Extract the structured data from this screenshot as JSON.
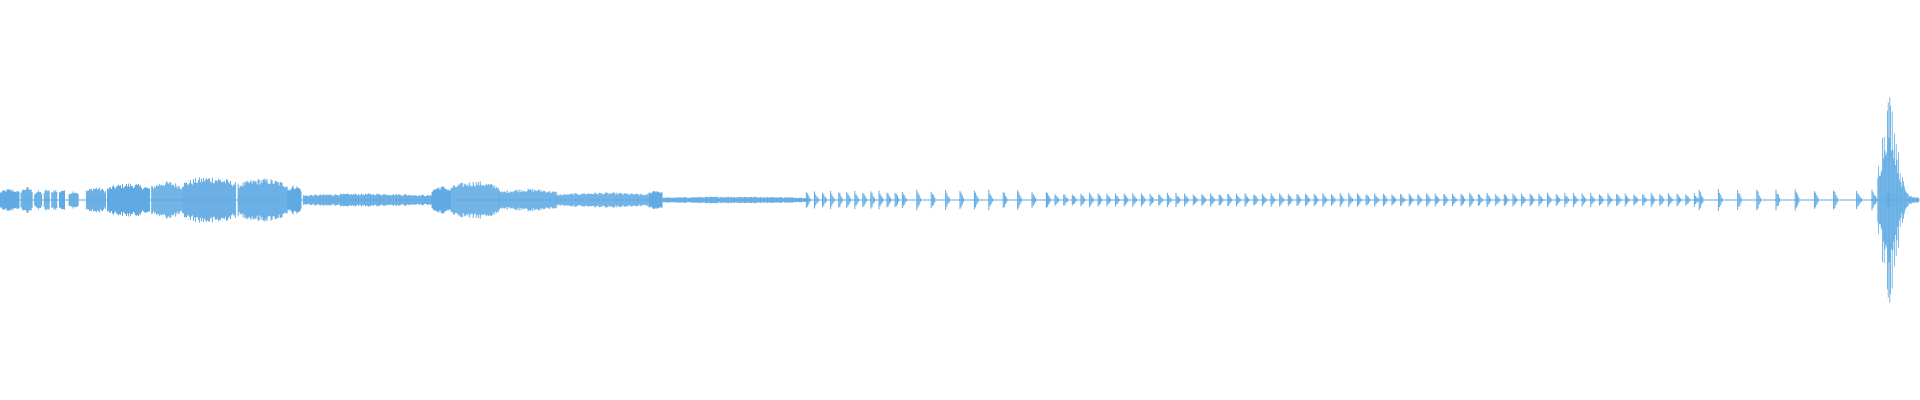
{
  "waveform": {
    "color": "#5faae3",
    "background": "#ffffff",
    "segments": [
      {
        "from": 0.0,
        "to": 0.01,
        "amp": 0.06
      },
      {
        "from": 0.011,
        "to": 0.017,
        "amp": 0.07
      },
      {
        "from": 0.018,
        "to": 0.022,
        "amp": 0.05
      },
      {
        "from": 0.023,
        "to": 0.026,
        "amp": 0.06
      },
      {
        "from": 0.027,
        "to": 0.03,
        "amp": 0.06
      },
      {
        "from": 0.031,
        "to": 0.034,
        "amp": 0.06
      },
      {
        "from": 0.036,
        "to": 0.041,
        "amp": 0.05
      },
      {
        "from": 0.045,
        "to": 0.055,
        "amp": 0.07
      },
      {
        "from": 0.056,
        "to": 0.078,
        "amp": 0.09
      },
      {
        "from": 0.079,
        "to": 0.095,
        "amp": 0.1
      },
      {
        "from": 0.095,
        "to": 0.123,
        "amp": 0.125
      },
      {
        "from": 0.124,
        "to": 0.15,
        "amp": 0.115
      },
      {
        "from": 0.15,
        "to": 0.157,
        "amp": 0.08
      },
      {
        "from": 0.158,
        "to": 0.225,
        "amp": 0.035
      },
      {
        "from": 0.225,
        "to": 0.235,
        "amp": 0.075
      },
      {
        "from": 0.235,
        "to": 0.26,
        "amp": 0.1
      },
      {
        "from": 0.26,
        "to": 0.29,
        "amp": 0.06
      },
      {
        "from": 0.29,
        "to": 0.338,
        "amp": 0.04
      },
      {
        "from": 0.338,
        "to": 0.345,
        "amp": 0.055
      },
      {
        "from": 0.345,
        "to": 0.42,
        "amp": 0.018
      }
    ],
    "pulse_trains": [
      {
        "from": 0.42,
        "to": 0.47,
        "period": 0.0042,
        "amp": 0.045
      },
      {
        "from": 0.47,
        "to": 0.545,
        "period": 0.0075,
        "amp": 0.05
      },
      {
        "from": 0.545,
        "to": 0.885,
        "period": 0.0045,
        "amp": 0.035
      },
      {
        "from": 0.885,
        "to": 0.96,
        "period": 0.01,
        "amp": 0.055
      }
    ],
    "isolated_pulses": [
      0.967,
      0.975,
      0.983
    ],
    "burst": {
      "from": 0.978,
      "to": 1.0,
      "peak_at": 0.984,
      "amp": 0.55
    }
  }
}
